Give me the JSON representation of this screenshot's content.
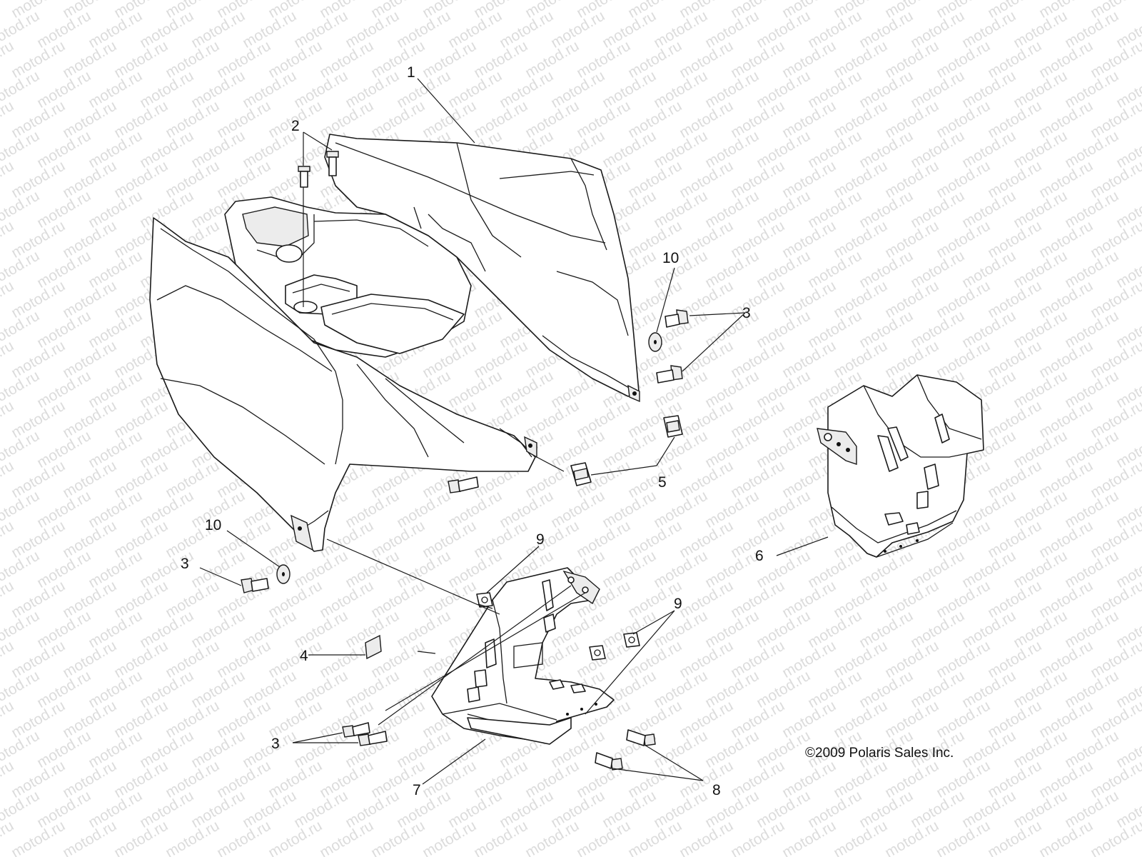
{
  "diagram": {
    "watermark_text": "motod.ru",
    "copyright": "©2009 Polaris Sales Inc.",
    "callouts": [
      {
        "id": "c1",
        "label": "1"
      },
      {
        "id": "c2",
        "label": "2"
      },
      {
        "id": "c10a",
        "label": "10"
      },
      {
        "id": "c3a",
        "label": "3"
      },
      {
        "id": "c5",
        "label": "5"
      },
      {
        "id": "c6",
        "label": "6"
      },
      {
        "id": "c10b",
        "label": "10"
      },
      {
        "id": "c3b",
        "label": "3"
      },
      {
        "id": "c9a",
        "label": "9"
      },
      {
        "id": "c9b",
        "label": "9"
      },
      {
        "id": "c4",
        "label": "4"
      },
      {
        "id": "c3c",
        "label": "3"
      },
      {
        "id": "c7",
        "label": "7"
      },
      {
        "id": "c8",
        "label": "8"
      }
    ],
    "parts": [
      {
        "number": "1",
        "icon": "rear-fender-icon"
      },
      {
        "number": "2",
        "icon": "screw-icon"
      },
      {
        "number": "3",
        "icon": "bolt-icon"
      },
      {
        "number": "4",
        "icon": "decal-icon"
      },
      {
        "number": "5",
        "icon": "clip-nut-icon"
      },
      {
        "number": "6",
        "icon": "right-mud-guard-icon"
      },
      {
        "number": "7",
        "icon": "left-mud-guard-icon"
      },
      {
        "number": "8",
        "icon": "bolt-icon"
      },
      {
        "number": "9",
        "icon": "nut-icon"
      },
      {
        "number": "10",
        "icon": "washer-icon"
      }
    ]
  }
}
